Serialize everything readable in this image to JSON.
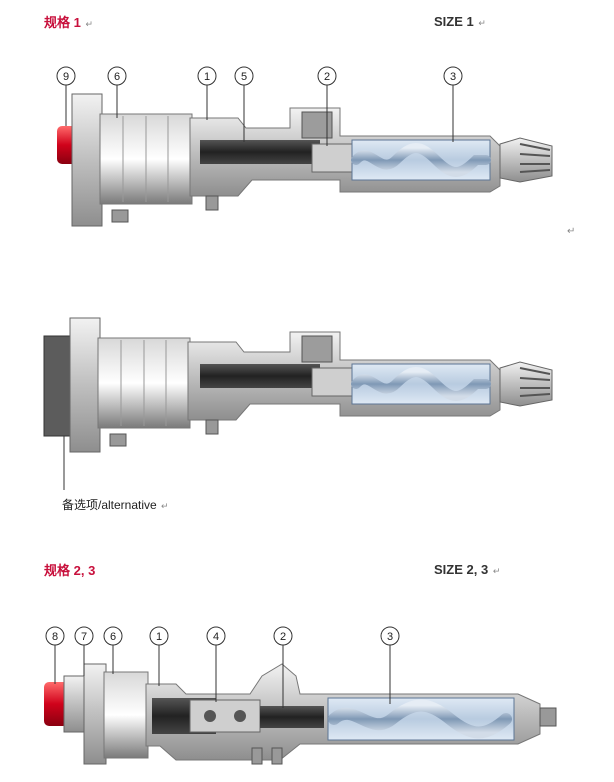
{
  "header1": {
    "left_cn": "规格",
    "left_num": "1",
    "right": "SIZE  1"
  },
  "header2": {
    "left_cn": "规格",
    "left_num": "2, 3",
    "right": "SIZE  2,  3"
  },
  "caption": "备选项/alternative",
  "return_mark": "↵",
  "callouts1": [
    "9",
    "6",
    "1",
    "5",
    "2",
    "3"
  ],
  "callouts3": [
    "8",
    "7",
    "6",
    "1",
    "4",
    "2",
    "3"
  ],
  "colors": {
    "accent_red": "#c8103c",
    "steel": "#c9c9c9",
    "rotor": "#8fa9c8",
    "shaft": "#3b3b3b"
  }
}
